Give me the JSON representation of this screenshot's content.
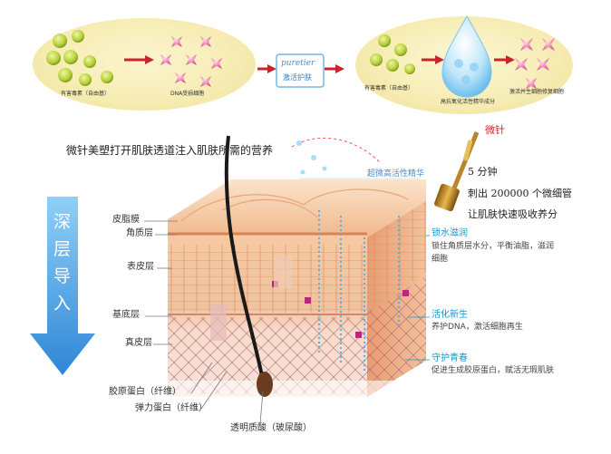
{
  "top_flow": {
    "left_oval": {
      "free_radicals_label": "有害毒素（自由基）",
      "damaged_cells_label": "DNA受损细胞"
    },
    "brand": {
      "logo_text": "puretier",
      "caption": "激活护肤"
    },
    "right_oval": {
      "free_radicals_label": "有害毒素（自由基）",
      "serum_label": "高抗氧化活性精华成分",
      "activated_cells_label": "激活并生细胞修复细胞"
    }
  },
  "headline": "微针美塑打开肌肤透道注入肌肤所需的营养",
  "microneedle": {
    "title": "微针",
    "line1": "5 分钟",
    "line2": "刺出 200000 个微细管",
    "line3": "让肌肤快速吸收养分"
  },
  "serum_drop_label": "超微高活性精华",
  "depth_arrow": {
    "chars": [
      "深",
      "层",
      "导",
      "入"
    ]
  },
  "layers": {
    "sebum_film": "皮脂膜",
    "stratum_corneum": "角质层",
    "epidermis": "表皮层",
    "basal_layer": "基底层",
    "dermis": "真皮层"
  },
  "fibers": {
    "collagen": "胶原蛋白（纤维）",
    "elastin": "弹力蛋白（纤维）",
    "hyaluronic": "透明质酸（玻尿酸）"
  },
  "benefits": [
    {
      "title": "锁水滋润",
      "desc_lines": [
        "锁住角质层水分，平衡油脂，滋润",
        "细胞"
      ]
    },
    {
      "title": "活化新生",
      "desc_lines": [
        "养护DNA，激活细胞再生"
      ]
    },
    {
      "title": "守护青春",
      "desc_lines": [
        "促进生成胶原蛋白，赋活无瑕肌肤"
      ]
    }
  ],
  "colors": {
    "accent_red": "#d4232b",
    "accent_cyan": "#1597c8",
    "arrow_blue": "#3f9be0",
    "oval_fill": "#f6ecb2"
  }
}
